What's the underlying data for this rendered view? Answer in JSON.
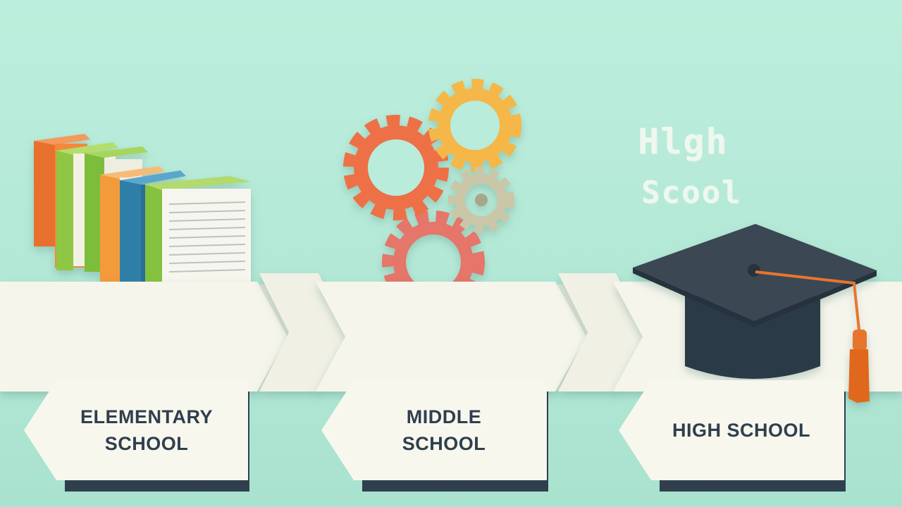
{
  "decoration": {
    "word_1": "Hlgh",
    "word_2": "Scool"
  },
  "stages": [
    {
      "line_1": "ELEMENTARY",
      "line_2": "SCHOOL",
      "icon": "books-icon"
    },
    {
      "line_1": "MIDDLE",
      "line_2": "SCHOOL",
      "icon": "gears-icon"
    },
    {
      "line_1": "HIGH SCHOOL",
      "line_2": "",
      "icon": "graduation-cap-icon"
    }
  ],
  "colors": {
    "background": "#b8ecda",
    "band": "#f6f5ec",
    "card_shadow": "#2f3f4d",
    "text": "#2f3f4d",
    "gear_orange": "#ee6f46",
    "gear_yellow": "#f5b747",
    "gear_beige": "#c9c7a8",
    "gear_red": "#e6746a",
    "cap": "#35434f",
    "tassel": "#e8742d"
  }
}
